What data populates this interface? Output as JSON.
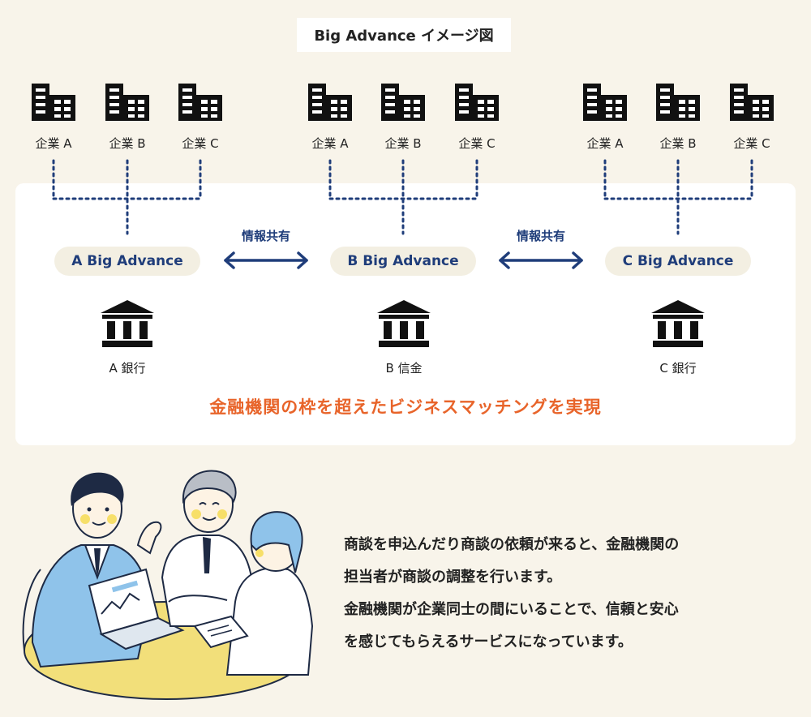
{
  "title": "Big Advance イメージ図",
  "groups": [
    {
      "companies": [
        "企業 A",
        "企業 B",
        "企業 C"
      ],
      "platform": "A Big Advance",
      "bank": "A 銀行"
    },
    {
      "companies": [
        "企業 A",
        "企業 B",
        "企業 C"
      ],
      "platform": "B Big Advance",
      "bank": "B 信金"
    },
    {
      "companies": [
        "企業 A",
        "企業 B",
        "企業 C"
      ],
      "platform": "C Big Advance",
      "bank": "C 銀行"
    }
  ],
  "share_labels": [
    "情報共有",
    "情報共有"
  ],
  "tagline": "金融機関の枠を超えたビジネスマッチングを実現",
  "description": [
    "商談を申込んだり商談の依頼が来ると、金融機関の",
    "担当者が商談の調整を行います。",
    "金融機関が企業同士の間にいることで、信頼と安心",
    "を感じてもらえるサービスになっています。"
  ],
  "colors": {
    "background": "#f8f4ea",
    "panel": "#ffffff",
    "navy": "#1f3d7a",
    "accent_orange": "#e8642a",
    "pill": "#f3efe2",
    "table_yellow": "#f2df7a",
    "shirt_blue": "#8fc3ea"
  },
  "icons": {
    "company": "building-icon",
    "bank": "bank-icon",
    "share": "double-arrow-icon"
  }
}
